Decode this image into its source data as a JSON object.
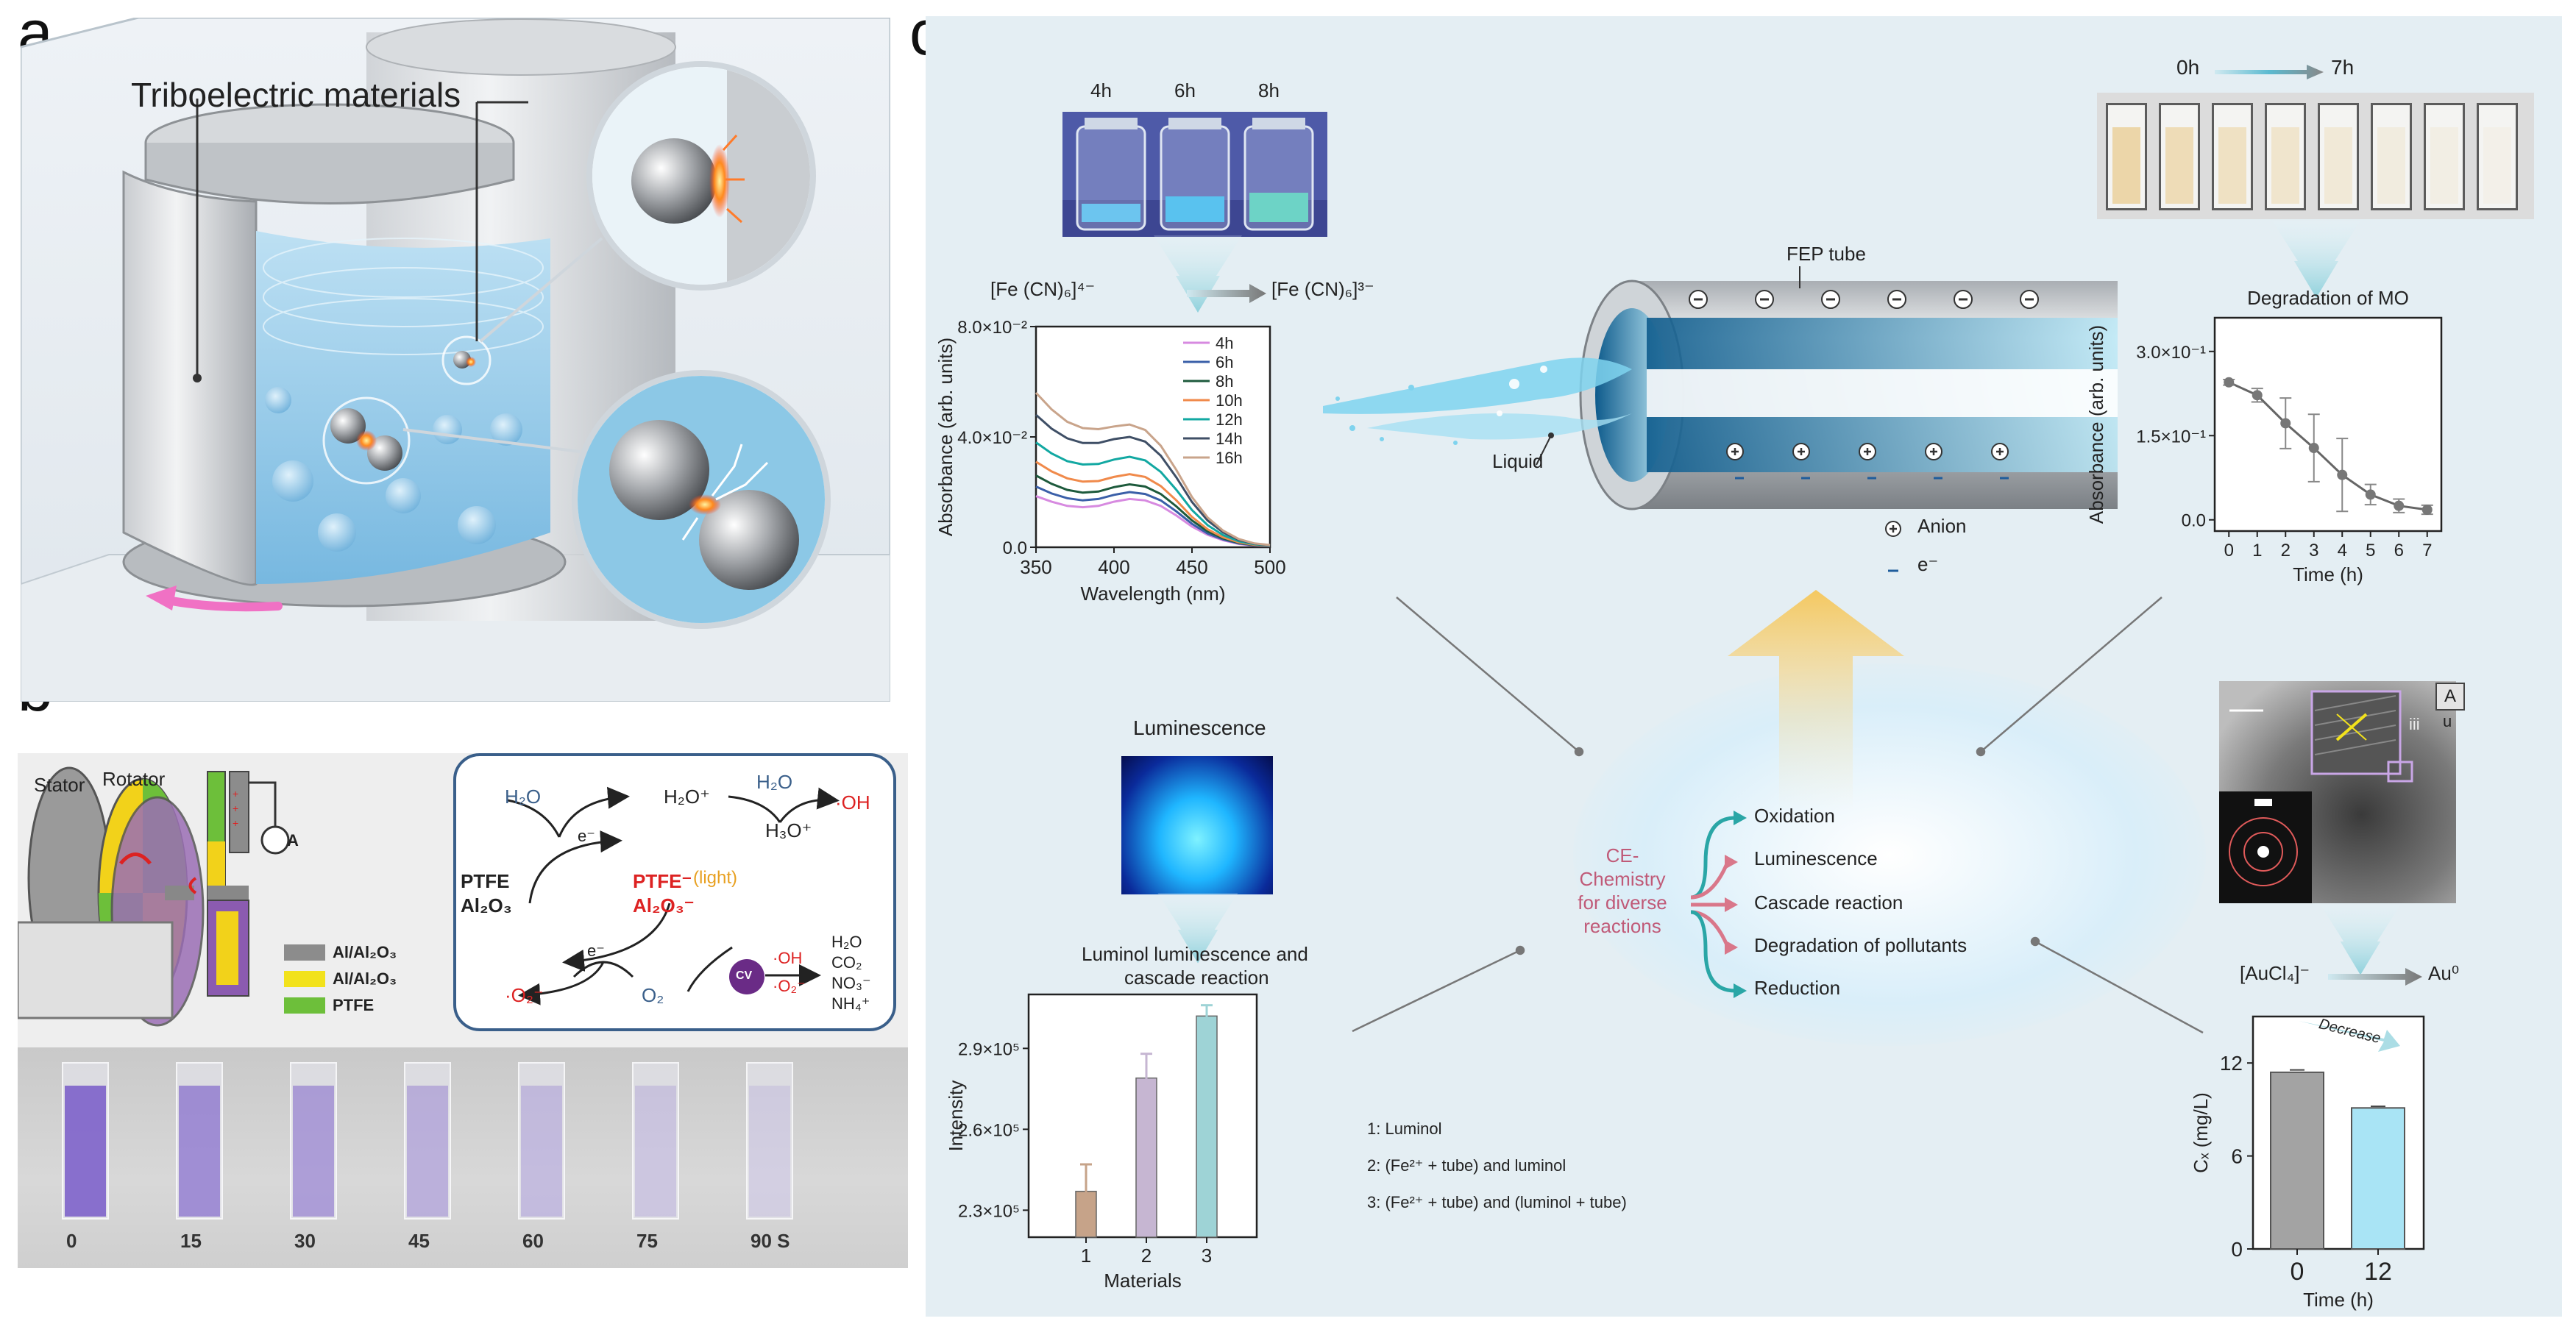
{
  "panels": {
    "a": {
      "letter": "a",
      "label": "Triboelectric materials"
    },
    "b": {
      "letter": "b",
      "stator": "Stator",
      "rotator": "Rotator",
      "ammeter": "A",
      "legend": [
        "Al/Al₂O₃",
        "Al/Al₂O₃",
        "PTFE"
      ],
      "legend_colors": [
        "#8c8c8c",
        "#f2e21c",
        "#6dbf3a"
      ],
      "mechanism": {
        "h2o_left": "H₂O",
        "h3o_plus": "H₂O⁺",
        "h2o_right": "H₂O",
        "oh_radical": "·OH",
        "h3o": "H₃O⁺",
        "e_top": "e⁻",
        "ptfe": "PTFE",
        "al2o3": "Al₂O₃",
        "ptfe_light": "PTFE⁻",
        "light": "(light)",
        "al2o3_neg": "Al₂O₃⁻",
        "e_bottom": "e⁻",
        "o2_radical": "·O₂⁻",
        "o2": "O₂",
        "cv": "CV",
        "products_left": [
          "·OH",
          "·O₂⁻"
        ],
        "products_right": [
          "H₂O",
          "CO₂",
          "NO₃⁻",
          "NH₄⁺"
        ]
      },
      "time_labels": [
        "0",
        "15",
        "30",
        "45",
        "60",
        "75",
        "90 S"
      ]
    },
    "c": {
      "letter": "c",
      "vial_times": [
        "4h",
        "6h",
        "8h"
      ],
      "fe_left": "[Fe (CN)₆]⁴⁻",
      "fe_right": "[Fe (CN)₆]³⁻",
      "fep_tube": "FEP tube",
      "liquid": "Liquid",
      "anion": "Anion",
      "electron": "e⁻",
      "cuvette_range_start": "0h",
      "cuvette_range_end": "7h",
      "luminescence_title": "Luminescence",
      "luminol_title_1": "Luminol luminescence and",
      "luminol_title_2": "cascade reaction",
      "luminol_legend": [
        "1: Luminol",
        "2: (Fe²⁺ + tube) and luminol",
        "3: (Fe²⁺ + tube) and (luminol + tube)"
      ],
      "center_title": [
        "CE-",
        "Chemistry",
        "for diverse",
        "reactions"
      ],
      "reactions": [
        "Oxidation",
        "Luminescence",
        "Cascade reaction",
        "Degradation of pollutants",
        "Reduction"
      ],
      "tem_labels": [
        "A",
        "u"
      ],
      "au_left": "[AuCl₄]⁻",
      "au_right": "Au⁰",
      "decrease": "Decrease",
      "colors": {
        "panel_bg": "#e4eef3",
        "accent_teal": "#2aa6a6",
        "accent_pink": "#d9778a",
        "title_pink": "#c05a78"
      }
    }
  },
  "chart_data": [
    {
      "type": "line",
      "title": "",
      "xlabel": "Wavelength (nm)",
      "ylabel": "Absorbance (arb. units)",
      "xlim": [
        350,
        500
      ],
      "ylim": [
        0,
        0.08
      ],
      "xticks": [
        "350",
        "400",
        "450",
        "500"
      ],
      "yticks": [
        "0.0",
        "4.0×10⁻²",
        "8.0×10⁻²"
      ],
      "legend_position": "top-right",
      "x": [
        350,
        360,
        370,
        380,
        390,
        400,
        410,
        420,
        430,
        440,
        450,
        460,
        470,
        480,
        490,
        500
      ],
      "series": [
        {
          "name": "4h",
          "color": "#d78ae0",
          "values": [
            0.0185,
            0.0165,
            0.015,
            0.0145,
            0.015,
            0.0165,
            0.0175,
            0.017,
            0.015,
            0.0115,
            0.0075,
            0.0045,
            0.0025,
            0.0012,
            0.0006,
            0.0004
          ]
        },
        {
          "name": "6h",
          "color": "#3a5fa8",
          "values": [
            0.022,
            0.0195,
            0.0178,
            0.017,
            0.0175,
            0.019,
            0.02,
            0.0193,
            0.017,
            0.013,
            0.0085,
            0.005,
            0.0028,
            0.0014,
            0.0007,
            0.0004
          ]
        },
        {
          "name": "8h",
          "color": "#1d5a3c",
          "values": [
            0.026,
            0.023,
            0.0208,
            0.0198,
            0.0202,
            0.0218,
            0.0228,
            0.022,
            0.0193,
            0.0148,
            0.0097,
            0.0058,
            0.0032,
            0.0016,
            0.0008,
            0.0005
          ]
        },
        {
          "name": "10h",
          "color": "#f08a4b",
          "values": [
            0.031,
            0.0275,
            0.025,
            0.0238,
            0.024,
            0.0255,
            0.0265,
            0.0255,
            0.0222,
            0.017,
            0.011,
            0.0065,
            0.0036,
            0.0018,
            0.0009,
            0.0005
          ]
        },
        {
          "name": "12h",
          "color": "#12a8a2",
          "values": [
            0.038,
            0.034,
            0.0312,
            0.03,
            0.0302,
            0.0318,
            0.0328,
            0.0315,
            0.0273,
            0.0208,
            0.0135,
            0.008,
            0.0044,
            0.0022,
            0.0011,
            0.0006
          ]
        },
        {
          "name": "14h",
          "color": "#3f4f66",
          "values": [
            0.048,
            0.043,
            0.0395,
            0.0378,
            0.0378,
            0.0392,
            0.04,
            0.0383,
            0.0332,
            0.0253,
            0.0164,
            0.0097,
            0.0054,
            0.0027,
            0.0013,
            0.0007
          ]
        },
        {
          "name": "16h",
          "color": "#c9a48b",
          "values": [
            0.056,
            0.05,
            0.0455,
            0.0432,
            0.0428,
            0.0438,
            0.0445,
            0.0425,
            0.0368,
            0.028,
            0.0182,
            0.0108,
            0.006,
            0.003,
            0.0014,
            0.0008
          ]
        }
      ]
    },
    {
      "type": "line",
      "title": "Degradation of MO",
      "xlabel": "Time (h)",
      "ylabel": "Absorbance (arb. units)",
      "xlim": [
        -0.5,
        7.5
      ],
      "ylim": [
        -0.02,
        0.36
      ],
      "xticks": [
        "0",
        "1",
        "2",
        "3",
        "4",
        "5",
        "6",
        "7"
      ],
      "yticks": [
        "0.0",
        "1.5×10⁻¹",
        "3.0×10⁻¹"
      ],
      "x": [
        0,
        1,
        2,
        3,
        4,
        5,
        6,
        7
      ],
      "series": [
        {
          "values": [
            0.245,
            0.222,
            0.172,
            0.128,
            0.08,
            0.045,
            0.025,
            0.018
          ],
          "errors": [
            0.005,
            0.012,
            0.045,
            0.06,
            0.065,
            0.018,
            0.012,
            0.008
          ],
          "color": "#666666"
        }
      ]
    },
    {
      "type": "bar",
      "title": "",
      "xlabel": "Materials",
      "ylabel": "Intensity",
      "categories": [
        "1",
        "2",
        "3"
      ],
      "ylim": [
        220000,
        310000
      ],
      "yticks": [
        "2.3×10⁵",
        "2.6×10⁵",
        "2.9×10⁵"
      ],
      "values": [
        237000,
        279000,
        302000
      ],
      "errors": [
        10000,
        9000,
        4000
      ],
      "colors": [
        "#c6a389",
        "#c6b6d2",
        "#9ed3d6"
      ]
    },
    {
      "type": "bar",
      "title": "",
      "xlabel": "Time (h)",
      "ylabel": "Cₓ (mg/L)",
      "categories": [
        "0",
        "12"
      ],
      "ylim": [
        0,
        15
      ],
      "yticks": [
        "0",
        "6",
        "12"
      ],
      "values": [
        11.4,
        9.1
      ],
      "errors": [
        0.15,
        0.1
      ],
      "colors": [
        "#a3a3a3",
        "#a9e4f5"
      ]
    }
  ]
}
